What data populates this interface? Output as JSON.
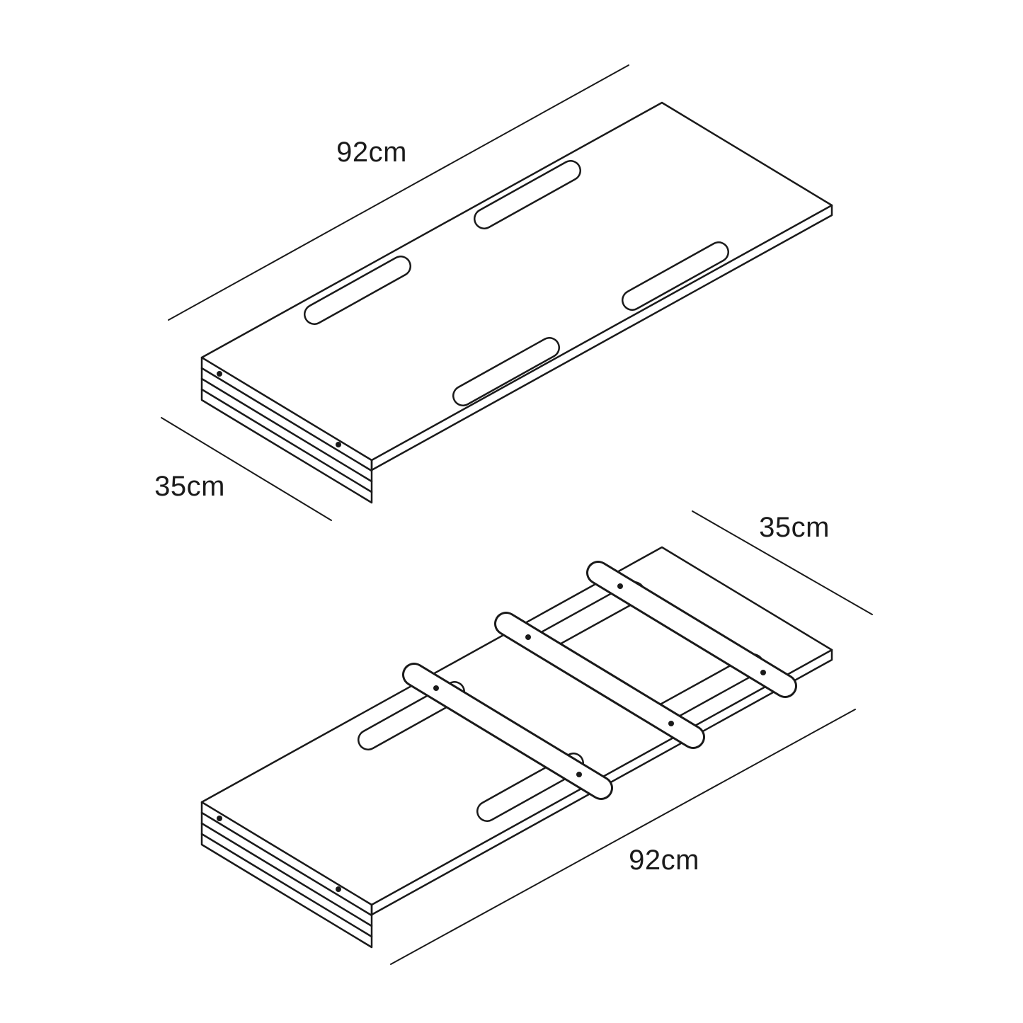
{
  "diagram": {
    "description_top_view": "isometric board top face with four oblong slots and stacked hinge end",
    "description_bottom_view": "isometric board underside with three rungs, four oblong slots and stacked hinge end",
    "top_view": {
      "length_label": "92cm",
      "width_label": "35cm"
    },
    "bottom_view": {
      "width_label": "35cm",
      "length_label": "92cm"
    }
  },
  "colors": {
    "background": "#ffffff",
    "line": "#1a1a1a"
  }
}
